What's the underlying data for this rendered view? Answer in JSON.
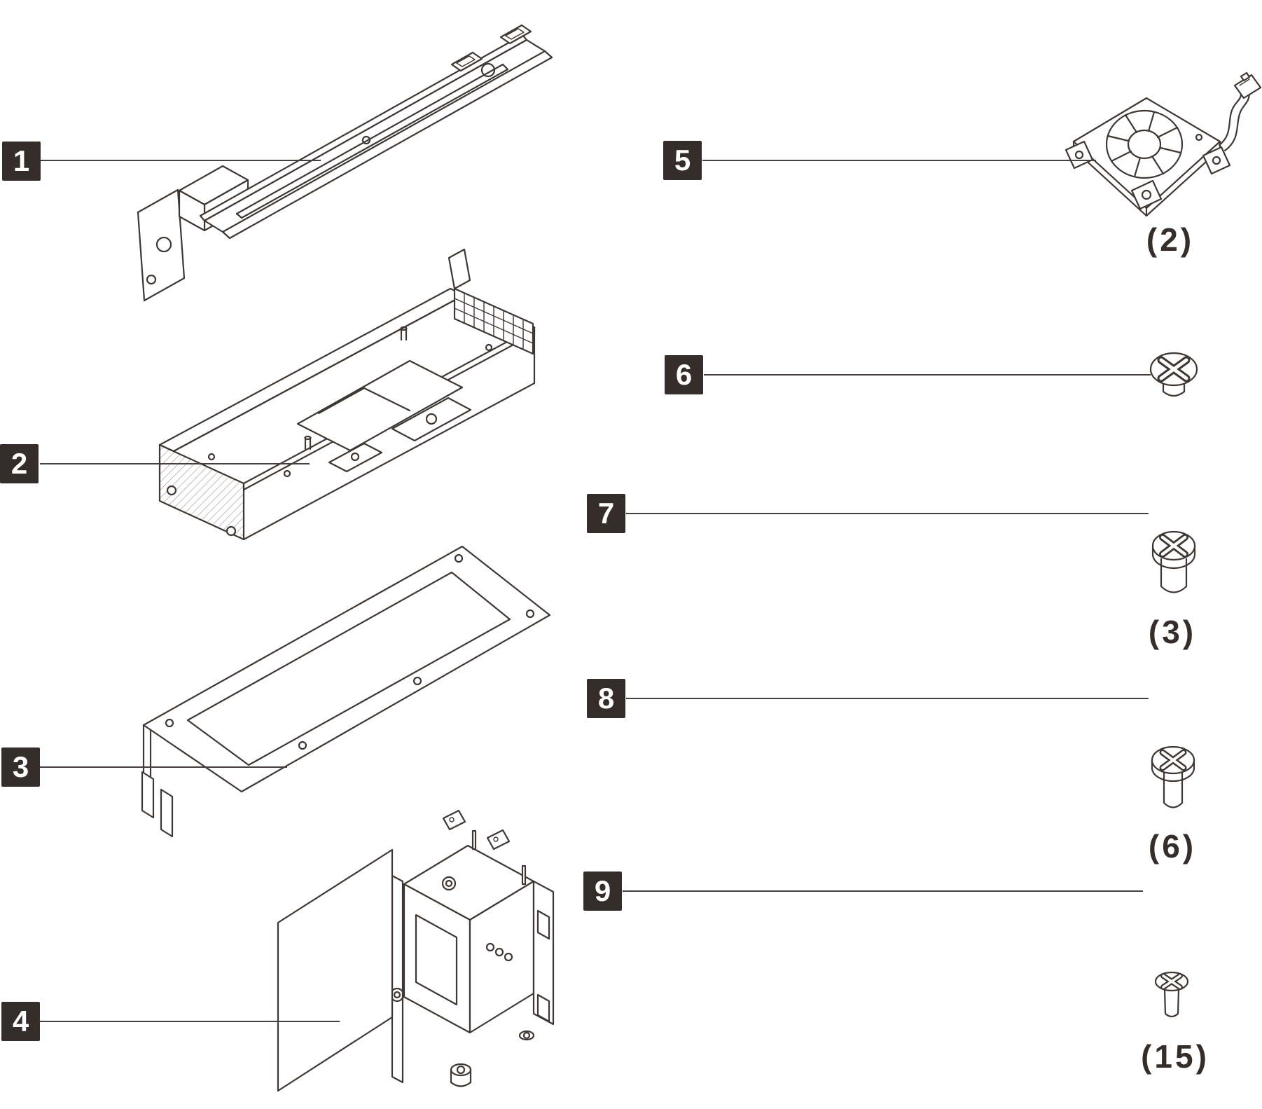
{
  "figure": {
    "background": "#FFFFFF",
    "line_color": "#3F3733",
    "callout_background": "#352D29",
    "callout_text_color": "#FFFFFF"
  },
  "callouts": [
    {
      "label": "1",
      "quantity": ""
    },
    {
      "label": "2",
      "quantity": ""
    },
    {
      "label": "3",
      "quantity": ""
    },
    {
      "label": "4",
      "quantity": ""
    },
    {
      "label": "5",
      "quantity": "(2)"
    },
    {
      "label": "6",
      "quantity": ""
    },
    {
      "label": "7",
      "quantity": "(3)"
    },
    {
      "label": "8",
      "quantity": "(6)"
    },
    {
      "label": "9",
      "quantity": "(15)"
    }
  ]
}
